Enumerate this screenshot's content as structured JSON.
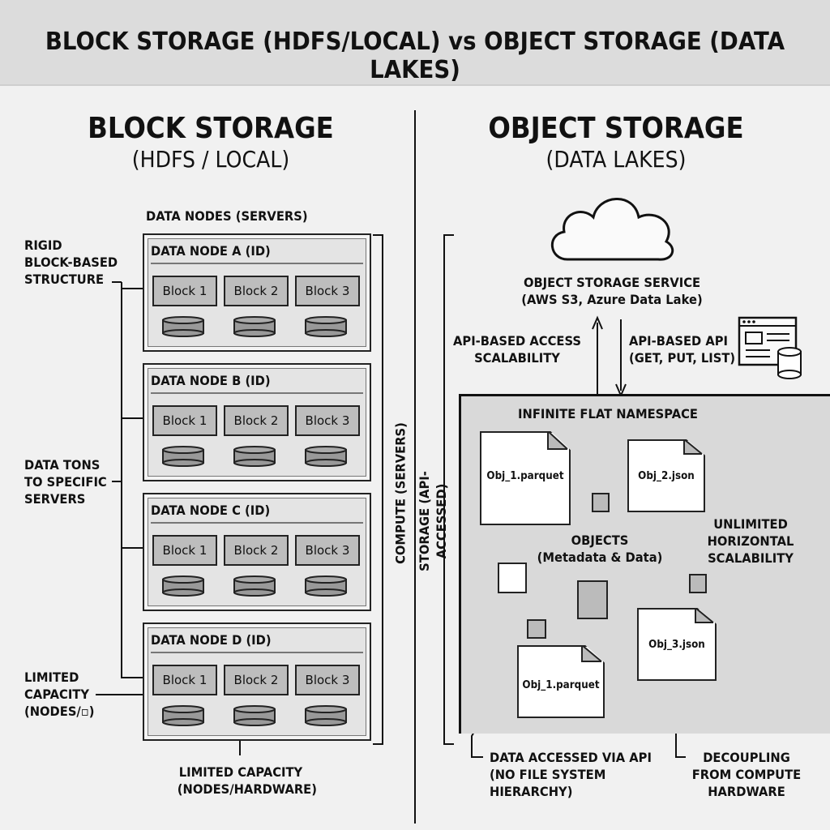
{
  "title": "BLOCK STORAGE (HDFS/LOCAL) vs OBJECT STORAGE (DATA LAKES)",
  "block": {
    "heading": "BLOCK STORAGE",
    "subheading": "(HDFS / LOCAL)",
    "nodes_label": "DATA NODES (SERVERS)",
    "nodes": [
      {
        "name": "DATA NODE A (ID)",
        "blocks": [
          "Block 1",
          "Block 2",
          "Block 3"
        ]
      },
      {
        "name": "DATA NODE B (ID)",
        "blocks": [
          "Block 1",
          "Block 2",
          "Block 3"
        ]
      },
      {
        "name": "DATA NODE C (ID)",
        "blocks": [
          "Block 1",
          "Block 2",
          "Block 3"
        ]
      },
      {
        "name": "DATA NODE D (ID)",
        "blocks": [
          "Block 1",
          "Block 2",
          "Block 3"
        ]
      }
    ],
    "left_labels": {
      "rigid": [
        "RIGID",
        "BLOCK-BASED",
        "STRUCTURE"
      ],
      "tied": [
        "DATA TONS",
        "TO SPECIFIC",
        "SERVERS"
      ],
      "limited": [
        "LIMITED",
        "CAPACITY",
        "(NODES/▫)"
      ]
    },
    "bottom_label": [
      "LIMITED CAPACITY",
      "(NODES/HARDWARE)"
    ],
    "compute_label": "COMPUTE (SERVERS)"
  },
  "object": {
    "heading": "OBJECT STORAGE",
    "subheading": "(DATA LAKES)",
    "service_label": [
      "OBJECT STORAGE SERVICE",
      "(AWS S3, Azure Data Lake)"
    ],
    "api_access": [
      "API-BASED ACCESS",
      "SCALABILITY"
    ],
    "api_api": [
      "API-BASED API",
      "(GET, PUT, LIST)"
    ],
    "storage_label": "STORAGE (API-ACCESSED)",
    "namespace_label": "INFINITE FLAT NAMESPACE",
    "objects": [
      {
        "name": "Obj_1.parquet"
      },
      {
        "name": "Obj_2.json"
      },
      {
        "name": "Obj_3.json"
      },
      {
        "name": "Obj_1.parquet"
      }
    ],
    "objects_label": [
      "OBJECTS",
      "(Metadata & Data)"
    ],
    "scalability_label": [
      "UNLIMITED",
      "HORIZONTAL",
      "SCALABILITY"
    ],
    "api_access_label": [
      "DATA ACCESSED VIA API",
      "(NO FILE SYSTEM",
      "HIERARCHY)"
    ],
    "decoupling_label": [
      "DECOUPLING",
      "FROM COMPUTE",
      "HARDWARE"
    ]
  },
  "icons": [
    "cloud-icon",
    "database-server-icon",
    "disk-icon",
    "document-icon"
  ]
}
